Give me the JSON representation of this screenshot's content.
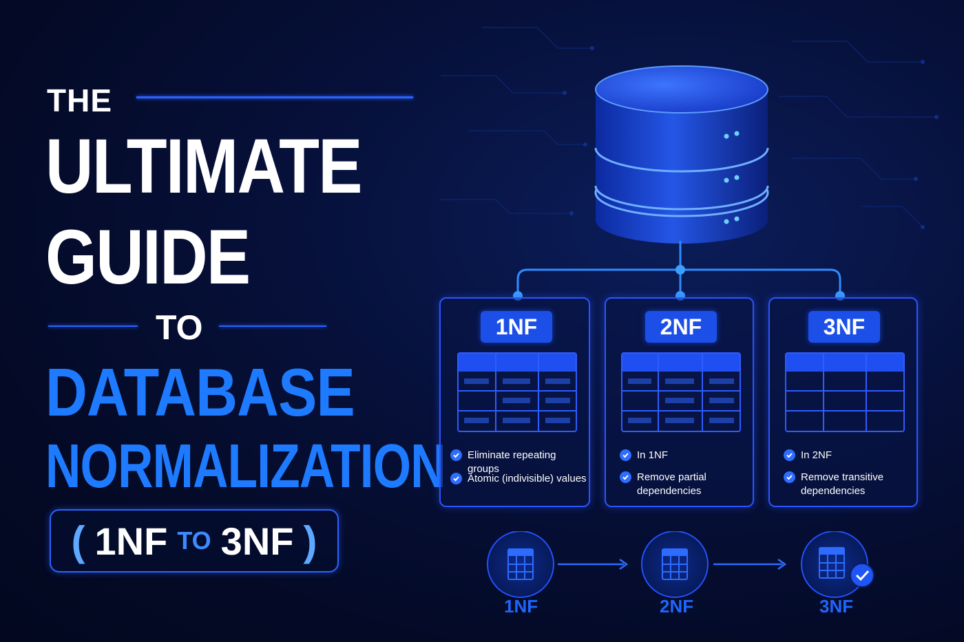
{
  "title": {
    "the": "THE",
    "ultimate": "ULTIMATE",
    "guide": "GUIDE",
    "to": "TO",
    "database": "DATABASE",
    "normalization": "NORMALIZATION",
    "range_open": "(",
    "range_start": "1NF",
    "range_to": "TO",
    "range_end": "3NF",
    "range_close": ")"
  },
  "cards": [
    {
      "badge": "1NF",
      "items": [
        "Eliminate repeating groups",
        "Atomic (indivisible) values"
      ]
    },
    {
      "badge": "2NF",
      "items": [
        "In 1NF",
        "Remove partial dependencies"
      ]
    },
    {
      "badge": "3NF",
      "items": [
        "In 2NF",
        "Remove transitive dependencies"
      ]
    }
  ],
  "flow": [
    "1NF",
    "2NF",
    "3NF"
  ],
  "colors": {
    "accent": "#1e7bff",
    "badge": "#1c4fe8",
    "background": "#040a26"
  },
  "icons": [
    "database-icon",
    "table-icon",
    "check-icon",
    "arrow-right-icon"
  ]
}
